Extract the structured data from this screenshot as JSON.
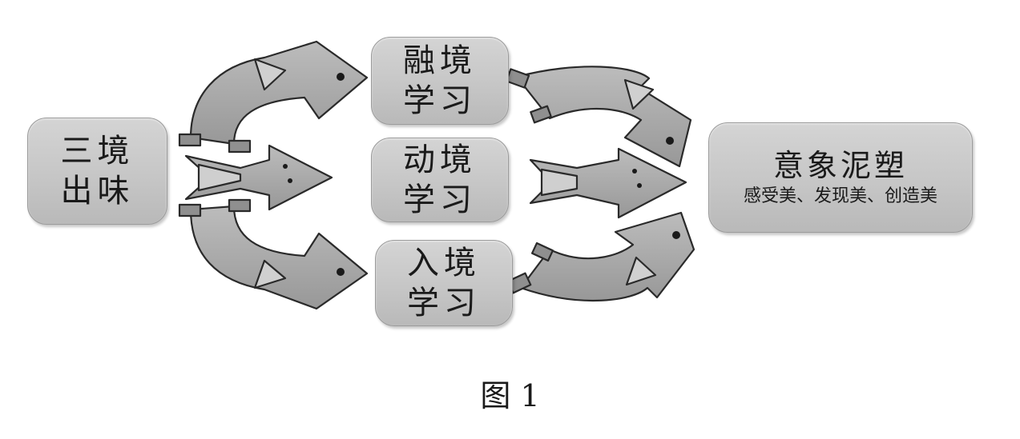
{
  "boxes": {
    "start": {
      "line1": "三境",
      "line2": "出味"
    },
    "fusion": {
      "line1": "融境",
      "line2": "学习"
    },
    "motion": {
      "line1": "动境",
      "line2": "学习"
    },
    "entry": {
      "line1": "入境",
      "line2": "学习"
    },
    "final": {
      "title": "意象泥塑",
      "subtitle": "感受美、发现美、创造美"
    }
  },
  "caption": "图 1",
  "colors": {
    "box_fill": "#c6c6c6",
    "box_border": "#9a9a9a",
    "arrow_fill": "#a9a9a9",
    "outline": "#2a2a2a"
  },
  "icons": [
    "curved-arrow-icon",
    "straight-arrow-icon"
  ]
}
